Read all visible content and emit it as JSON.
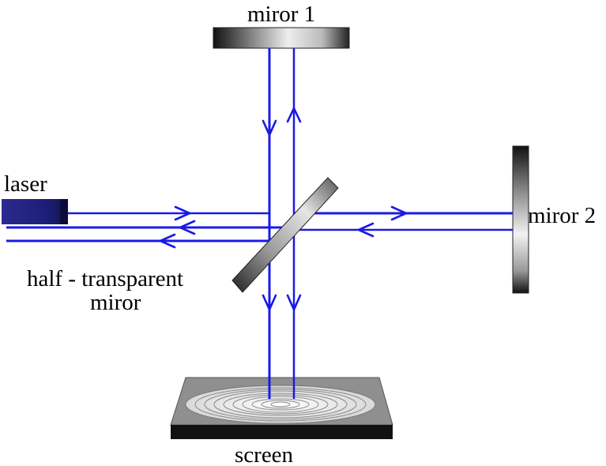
{
  "labels": {
    "mirror1": "miror 1",
    "mirror2": "miror 2",
    "laser": "laser",
    "half_mirror_line1": "half - transparent",
    "half_mirror_line2": "miror",
    "screen": "screen"
  },
  "colors": {
    "beam": "#1a1ae6",
    "laser_body": "#1c1c7a",
    "text": "#000000"
  }
}
